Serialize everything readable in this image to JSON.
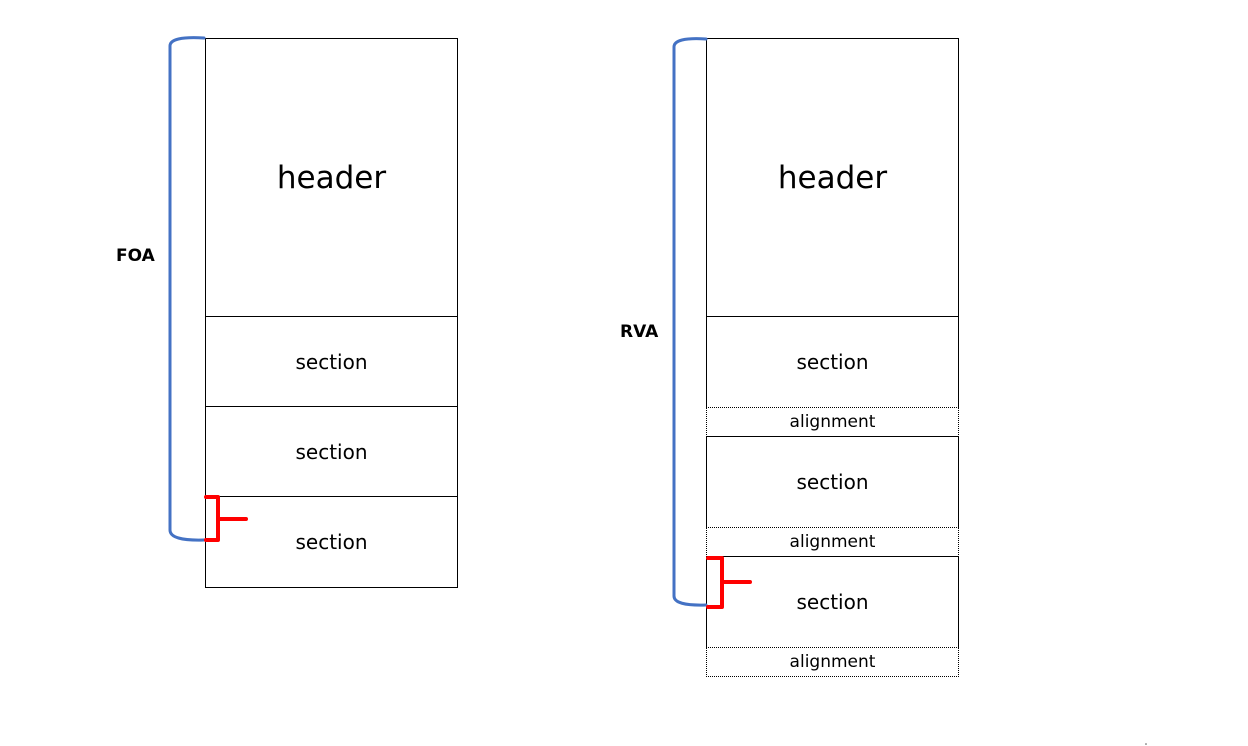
{
  "left_column": {
    "brace_label": "FOA",
    "header": "header",
    "sections": [
      "section",
      "section",
      "section"
    ]
  },
  "right_column": {
    "brace_label": "RVA",
    "header": "header",
    "section_1": "section",
    "alignment_1": "alignment",
    "section_2": "section",
    "alignment_2": "alignment",
    "section_3": "section",
    "alignment_3": "alignment"
  },
  "colors": {
    "range_brace": "#4472c4",
    "offset_marker": "#ff0000",
    "block_border": "#000000"
  }
}
